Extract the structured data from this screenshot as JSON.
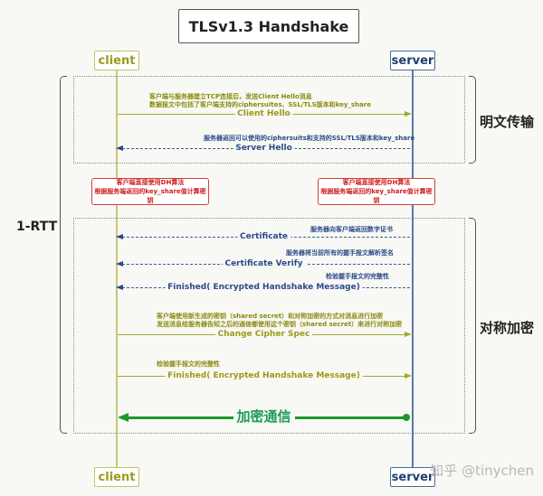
{
  "title": "TLSv1.3 Handshake",
  "actors": {
    "client": "client",
    "server": "server"
  },
  "colors": {
    "client": "#9a9a1e",
    "server": "#1f3e6e",
    "dh_box": "#cc1f1f",
    "encrypted": "#1a9a2a"
  },
  "groups": {
    "outer": "1-RTT",
    "plaintext": "明文传输",
    "symmetric": "对称加密"
  },
  "messages": [
    {
      "label": "Client Hello",
      "direction": "client-to-server",
      "style": "solid",
      "notes": [
        "客户端与服务器建立TCP连接后，发送Client Hello消息",
        "数据报文中包括了客户端支持的ciphersuites、SSL/TLS版本和key_share"
      ]
    },
    {
      "label": "Server Hello",
      "direction": "server-to-client",
      "style": "dashed",
      "notes": [
        "服务器返回可以使用的ciphersuits和支持的SSL/TLS版本和key_share"
      ]
    },
    {
      "label": "Certificate",
      "direction": "server-to-client",
      "style": "dashed",
      "notes": [
        "服务器向客户端返回数字证书"
      ]
    },
    {
      "label": "Certificate Verify",
      "direction": "server-to-client",
      "style": "dashed",
      "notes": [
        "服务器将当前所有的握手报文解析签名"
      ]
    },
    {
      "label": "Finished( Encrypted Handshake Message)",
      "direction": "server-to-client",
      "style": "dashed",
      "notes": [
        "检验握手报文的完整性"
      ]
    },
    {
      "label": "Change Cipher Spec",
      "direction": "client-to-server",
      "style": "solid",
      "notes": [
        "客户端使用新生成的密钥（shared secret）和对称加密的方式对消息进行加密",
        "发送消息给服务器告知之后的通信都使用这个密钥（shared secret）来进行对称加密"
      ]
    },
    {
      "label": "Finished( Encrypted Handshake Message)",
      "direction": "client-to-server",
      "style": "solid",
      "notes": [
        "检验握手报文的完整性"
      ]
    }
  ],
  "dh_notes": {
    "client": [
      "客户端直接使用DH算法",
      "根据服务端返回的key_share值计算密钥"
    ],
    "server": [
      "客户端直接使用DH算法",
      "根据服务端返回的key_share值计算密钥"
    ]
  },
  "encrypted_comm": "加密通信",
  "watermark": "知乎 @tinychen"
}
